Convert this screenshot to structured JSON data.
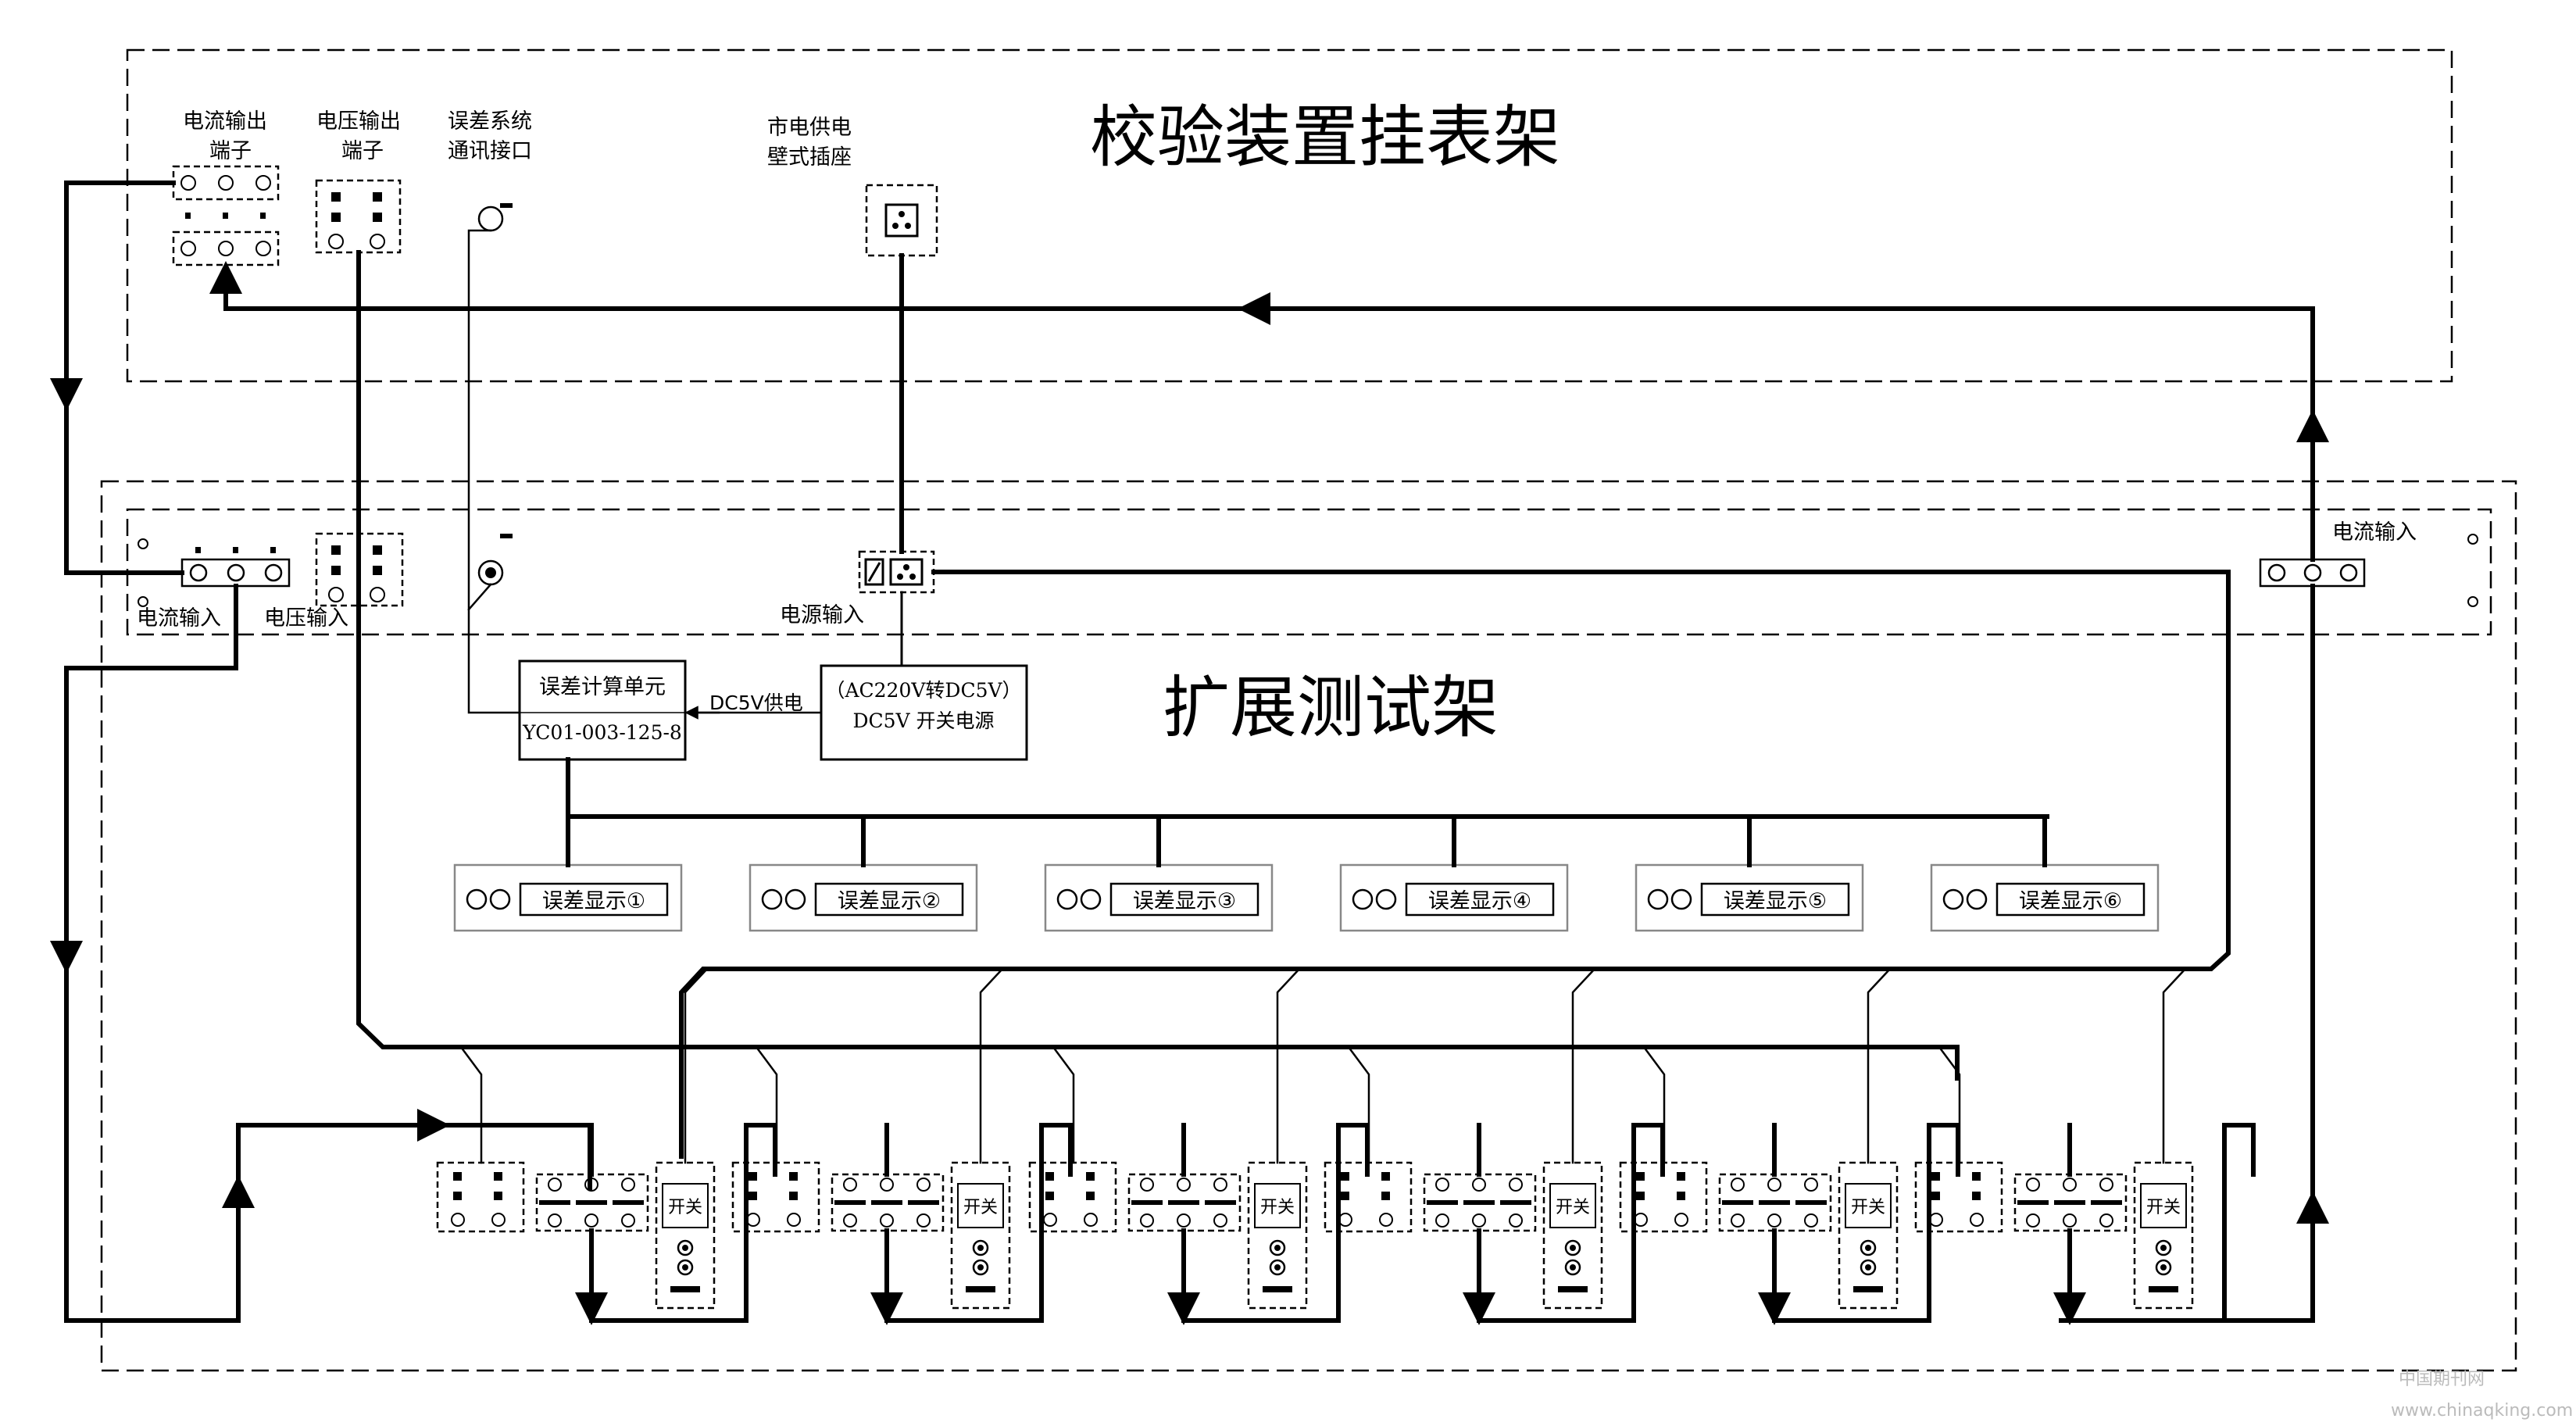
{
  "top_frame": {
    "title": "校验装置挂表架",
    "current_out_line1": "电流输出",
    "current_out_line2": "端子",
    "voltage_out_line1": "电压输出",
    "voltage_out_line2": "端子",
    "error_comm_line1": "误差系统",
    "error_comm_line2": "通讯接口",
    "mains_line1": "市电供电",
    "mains_line2": "壁式插座"
  },
  "bottom_frame": {
    "title": "扩展测试架",
    "current_input_left": "电流输入",
    "voltage_input": "电压输入",
    "power_input": "电源输入",
    "current_input_right": "电流输入",
    "calc_unit_line1": "误差计算单元",
    "calc_unit_line2": "YC01-003-125-8",
    "dc5v_supply": "DC5V供电",
    "psu_line1": "（AC220V转DC5V）",
    "psu_line2": "DC5V 开关电源",
    "displays": [
      "误差显示①",
      "误差显示②",
      "误差显示③",
      "误差显示④",
      "误差显示⑤",
      "误差显示⑥"
    ],
    "switch_label": "开关"
  },
  "watermark": {
    "line1": "中国期刊网",
    "line2": "www.chinaqking.com"
  }
}
